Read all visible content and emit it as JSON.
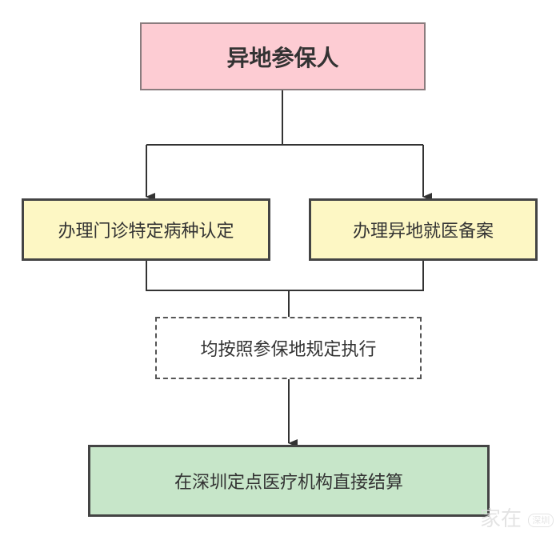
{
  "nodes": {
    "top": "异地参保人",
    "left": "办理门诊特定病种认定",
    "right": "办理异地就医备案",
    "middle": "均按照参保地规定执行",
    "bottom": "在深圳定点医疗机构直接结算"
  },
  "watermark": {
    "main": "家在",
    "badge": "深圳"
  },
  "colors": {
    "top_fill": "#fdccd3",
    "step_fill": "#fdf7c4",
    "bottom_fill": "#c7e6c9",
    "line": "#333333"
  }
}
